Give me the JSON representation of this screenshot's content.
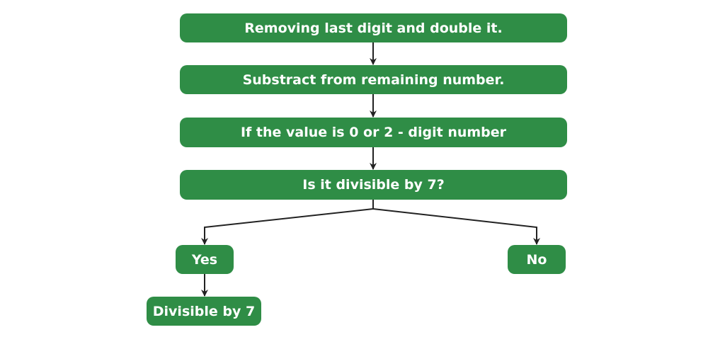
{
  "flowchart": {
    "step_remove_last_digit": "Removing last digit and double it.",
    "step_subtract": "Substract from remaining number.",
    "step_check_value": "If the value is 0 or 2 - digit number",
    "decision_divisible": "Is it divisible by 7?",
    "branch_yes": "Yes",
    "branch_no": "No",
    "result_yes": "Divisible by 7"
  },
  "colors": {
    "node_fill": "#2f8d46",
    "node_text": "#ffffff",
    "connector": "#222222"
  }
}
